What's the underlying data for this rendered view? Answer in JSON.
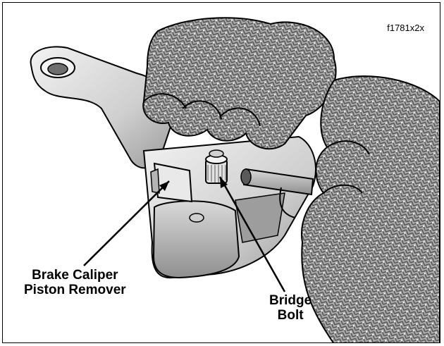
{
  "figure_id": "f1781x2x",
  "callouts": [
    {
      "lines": [
        "Brake Caliper",
        "Piston Remover"
      ]
    },
    {
      "lines": [
        "Bridge",
        "Bolt"
      ]
    }
  ],
  "colors": {
    "line": "#000000",
    "metal_light": "#e6e6e6",
    "metal_mid": "#bdbdbd",
    "glove": "#8a8a8a",
    "background": "#ffffff"
  }
}
